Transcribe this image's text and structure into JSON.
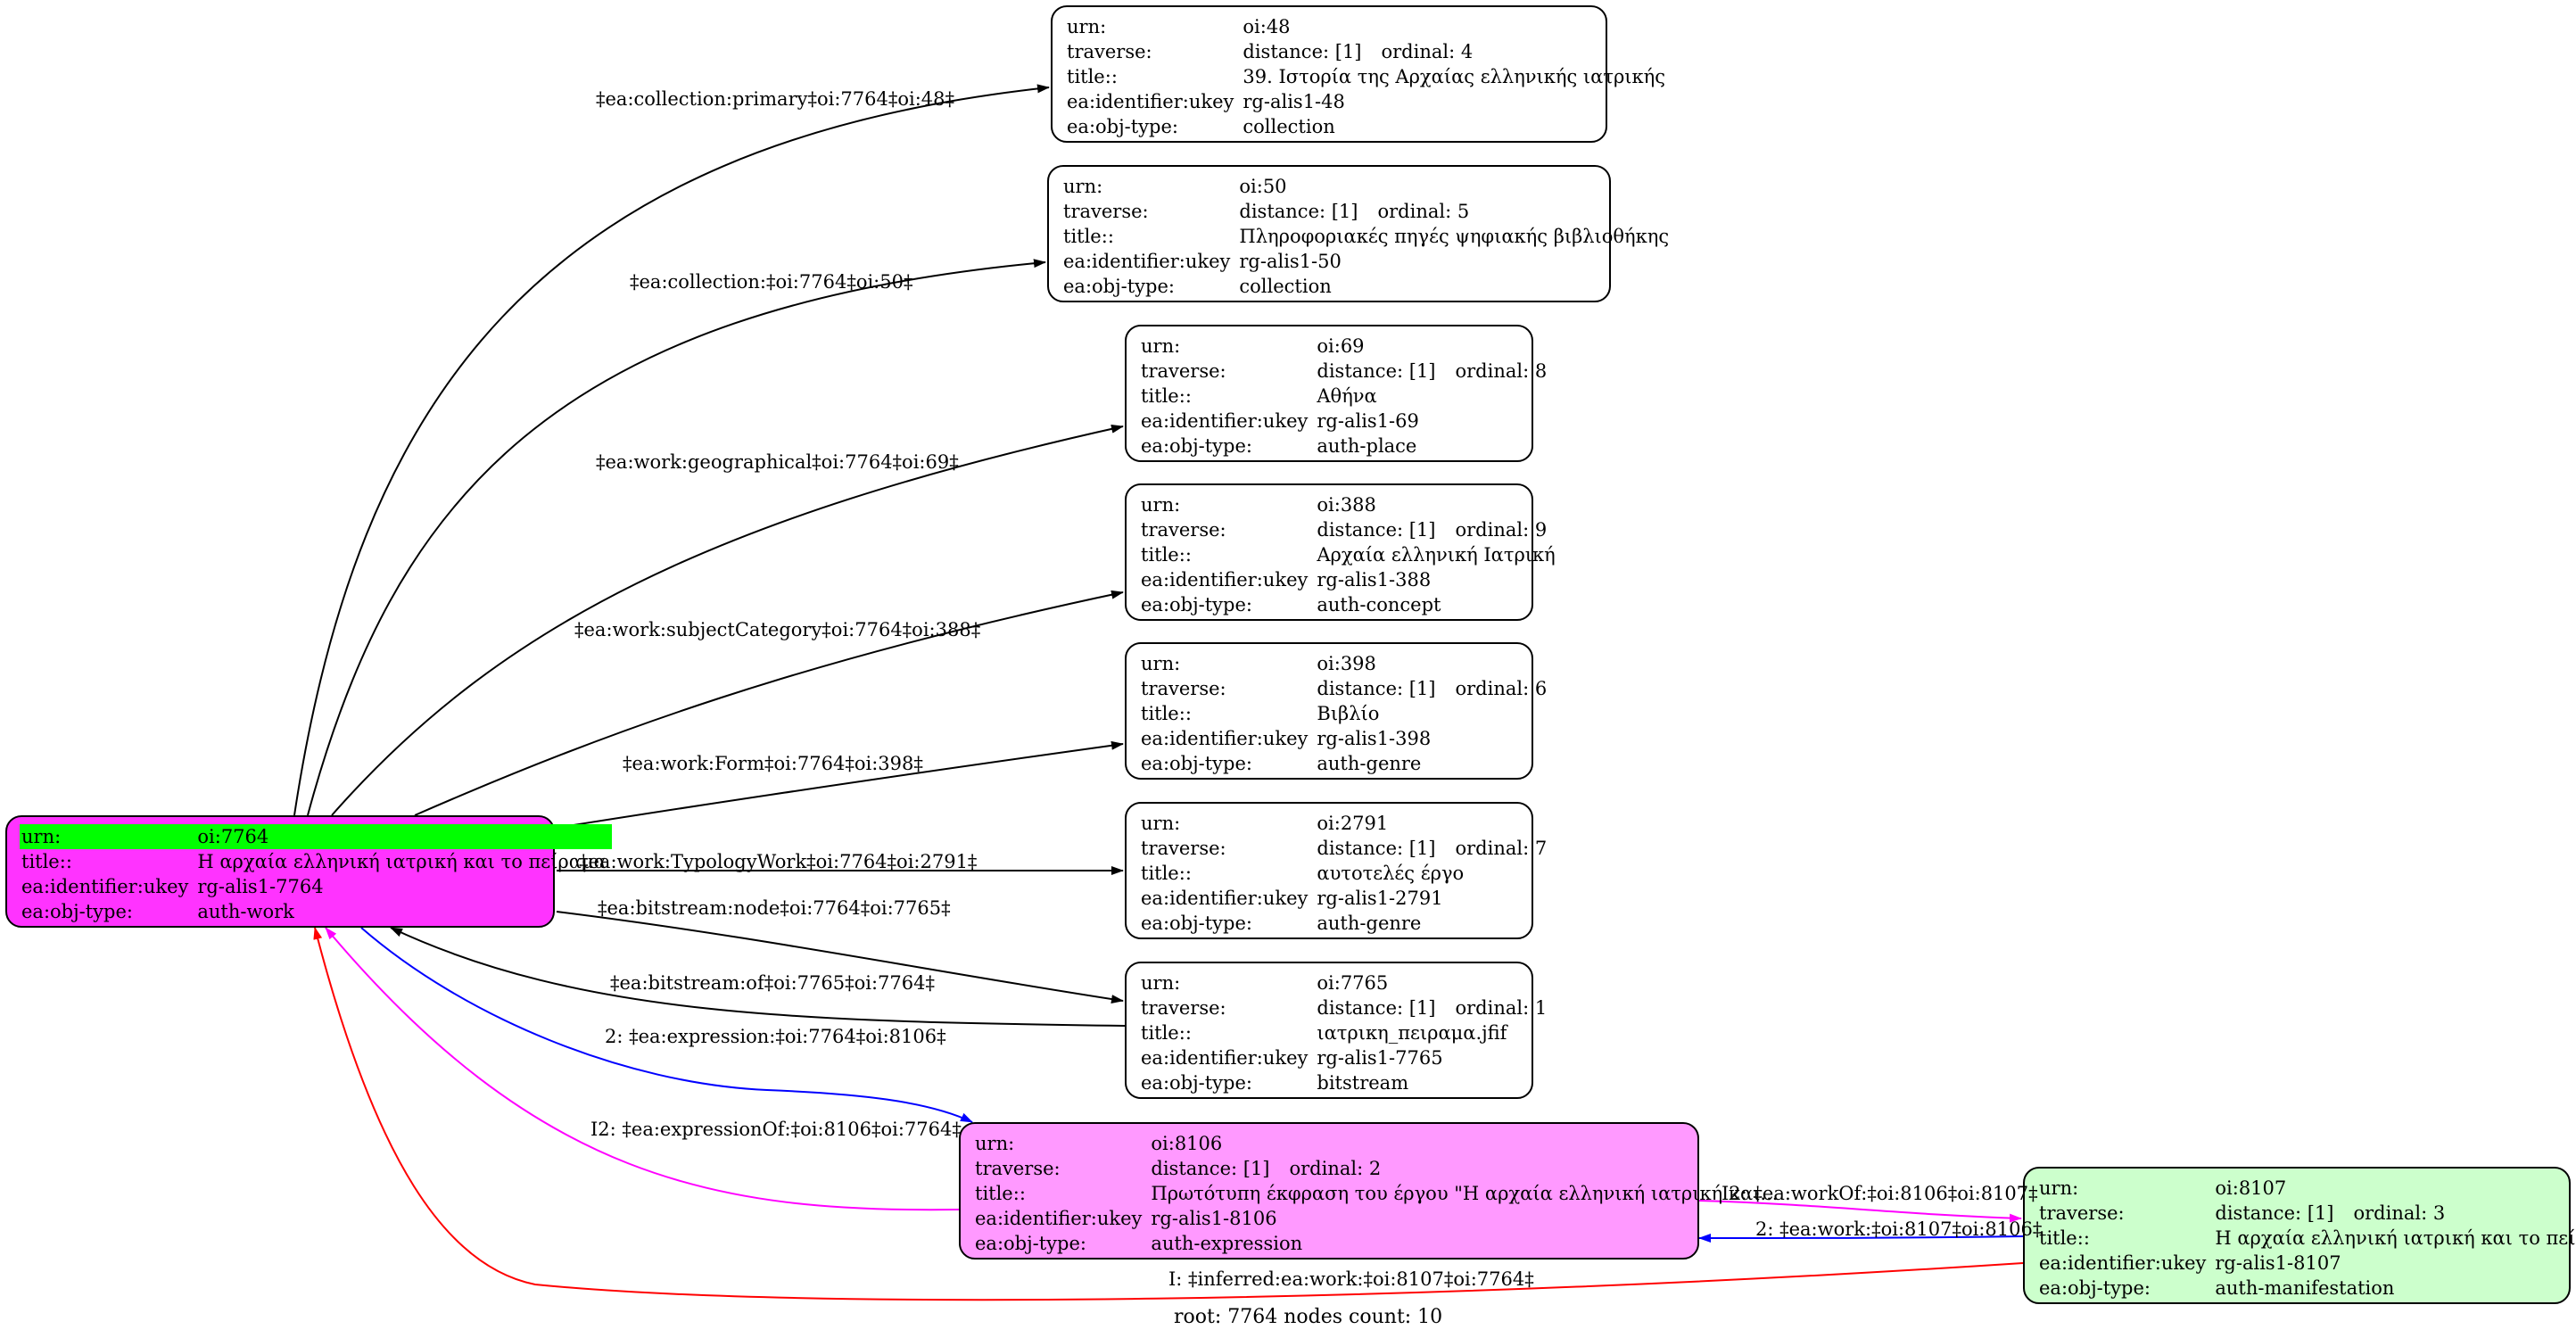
{
  "root": {
    "fill": "#ff33ff",
    "urn_label": "urn:",
    "urn": "oi:7764",
    "title_label": "title::",
    "title": "Η αρχαία ελληνική ιατρική και το πείραμα",
    "ukey_label": "ea:identifier:ukey",
    "ukey": "rg-alis1-7764",
    "type_label": "ea:obj-type:",
    "type": "auth-work"
  },
  "nodes": [
    {
      "id": "n48",
      "urn": "oi:48",
      "distance": "distance: [1]",
      "ordinal": "ordinal: 4",
      "title": "39. Ιστορία της Αρχαίας ελληνικής ιατρικής",
      "ukey": "rg-alis1-48",
      "type": "collection",
      "fill": "#ffffff"
    },
    {
      "id": "n50",
      "urn": "oi:50",
      "distance": "distance: [1]",
      "ordinal": "ordinal: 5",
      "title": "Πληροφοριακές πηγές ψηφιακής βιβλιοθήκης",
      "ukey": "rg-alis1-50",
      "type": "collection",
      "fill": "#ffffff"
    },
    {
      "id": "n69",
      "urn": "oi:69",
      "distance": "distance: [1]",
      "ordinal": "ordinal: 8",
      "title": "Αθήνα",
      "ukey": "rg-alis1-69",
      "type": "auth-place",
      "fill": "#ffffff"
    },
    {
      "id": "n388",
      "urn": "oi:388",
      "distance": "distance: [1]",
      "ordinal": "ordinal: 9",
      "title": "Αρχαία ελληνική Ιατρική",
      "ukey": "rg-alis1-388",
      "type": "auth-concept",
      "fill": "#ffffff"
    },
    {
      "id": "n398",
      "urn": "oi:398",
      "distance": "distance: [1]",
      "ordinal": "ordinal: 6",
      "title": "Βιβλίο",
      "ukey": "rg-alis1-398",
      "type": "auth-genre",
      "fill": "#ffffff"
    },
    {
      "id": "n2791",
      "urn": "oi:2791",
      "distance": "distance: [1]",
      "ordinal": "ordinal: 7",
      "title": "αυτοτελές έργο",
      "ukey": "rg-alis1-2791",
      "type": "auth-genre",
      "fill": "#ffffff"
    },
    {
      "id": "n7765",
      "urn": "oi:7765",
      "distance": "distance: [1]",
      "ordinal": "ordinal: 1",
      "title": "ιατρικη_πειραμα.jfif",
      "ukey": "rg-alis1-7765",
      "type": "bitstream",
      "fill": "#ffffff"
    },
    {
      "id": "n8106",
      "urn": "oi:8106",
      "distance": "distance: [1]",
      "ordinal": "ordinal: 2",
      "title": "Πρωτότυπη έκφραση του έργου \"Η αρχαία ελληνική ιατρική και...",
      "ukey": "rg-alis1-8106",
      "type": "auth-expression",
      "fill": "#ff99ff"
    },
    {
      "id": "n8107",
      "urn": "oi:8107",
      "distance": "distance: [1]",
      "ordinal": "ordinal: 3",
      "title": "Η αρχαία ελληνική ιατρική και το πείραμα",
      "ukey": "rg-alis1-8107",
      "type": "auth-manifestation",
      "fill": "#ccffcc"
    }
  ],
  "field_labels": {
    "urn": "urn:",
    "traverse": "traverse:",
    "title": "title::",
    "ukey": "ea:identifier:ukey",
    "type": "ea:obj-type:"
  },
  "edges": [
    {
      "label": "‡ea:collection:primary‡oi:7764‡oi:48‡",
      "color": "#000000"
    },
    {
      "label": "‡ea:collection:‡oi:7764‡oi:50‡",
      "color": "#000000"
    },
    {
      "label": "‡ea:work:geographical‡oi:7764‡oi:69‡",
      "color": "#000000"
    },
    {
      "label": "‡ea:work:subjectCategory‡oi:7764‡oi:388‡",
      "color": "#000000"
    },
    {
      "label": "‡ea:work:Form‡oi:7764‡oi:398‡",
      "color": "#000000"
    },
    {
      "label": "‡ea:work:TypologyWork‡oi:7764‡oi:2791‡",
      "color": "#000000"
    },
    {
      "label": "‡ea:bitstream:node‡oi:7764‡oi:7765‡",
      "color": "#000000"
    },
    {
      "label": "‡ea:bitstream:of‡oi:7765‡oi:7764‡",
      "color": "#000000"
    },
    {
      "label": "2: ‡ea:expression:‡oi:7764‡oi:8106‡",
      "color": "#0000ff"
    },
    {
      "label": "I2: ‡ea:expressionOf:‡oi:8106‡oi:7764‡",
      "color": "#ff00ff"
    },
    {
      "label": "I2: ‡ea:workOf:‡oi:8106‡oi:8107‡",
      "color": "#ff00ff"
    },
    {
      "label": "2: ‡ea:work:‡oi:8107‡oi:8106‡",
      "color": "#0000ff"
    },
    {
      "label": "I: ‡inferred:ea:work:‡oi:8107‡oi:7764‡",
      "color": "#ff0000"
    }
  ],
  "caption": "root: 7764 nodes count: 10"
}
